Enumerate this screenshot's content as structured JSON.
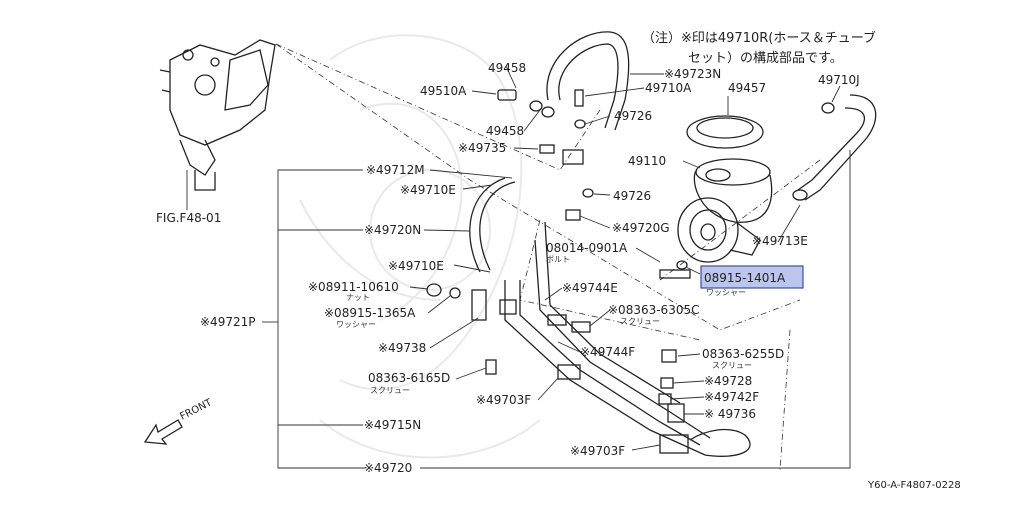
{
  "note": {
    "line1": "（注）※印は49710R(ホース＆チューブ",
    "line2": "セット）の構成部品です。"
  },
  "fig_ref": "FIG.F48-01",
  "front_label": "FRONT",
  "doc_code": "Y60-A-F4807-0228",
  "highlighted_part": "08915-1401A",
  "labels": {
    "p49458a": "49458",
    "p49510a": "49510A",
    "p49723n": "※49723N",
    "p49710a": "49710A",
    "p49457": "49457",
    "p49710j": "49710J",
    "p49458b": "49458",
    "p49726a": "49726",
    "p49735": "※49735",
    "p49110": "49110",
    "p49712m": "※49712M",
    "p49710e1": "※49710E",
    "p49726b": "49726",
    "p49720g": "※49720G",
    "p49720n": "※49720N",
    "p49713e": "※49713E",
    "p08014": "08014-0901A",
    "p08014sub": "ボルト",
    "p49710e2": "※49710E",
    "p08911": "※08911-10610",
    "p08911sub": "ナット",
    "p49744e": "※49744E",
    "p49721p": "※49721P",
    "p08915_1365": "※08915-1365A",
    "p08915_1365sub": "ワッシャー",
    "p08363_6305": "※08363-6305C",
    "p08363_6305sub": "スクリュー",
    "p08915_1401sub": "ワッシャー",
    "p49738": "※49738",
    "p49744f": "※49744F",
    "p08363_6255": "08363-6255D",
    "p08363_6255sub": "スクリュー",
    "p08363_6165": "08363-6165D",
    "p08363_6165sub": "スクリュー",
    "p49728": "※49728",
    "p49703f1": "※49703F",
    "p49742f": "※49742F",
    "p49736": "※ 49736",
    "p49715n": "※49715N",
    "p49703f2": "※49703F",
    "p49720": "※49720"
  }
}
